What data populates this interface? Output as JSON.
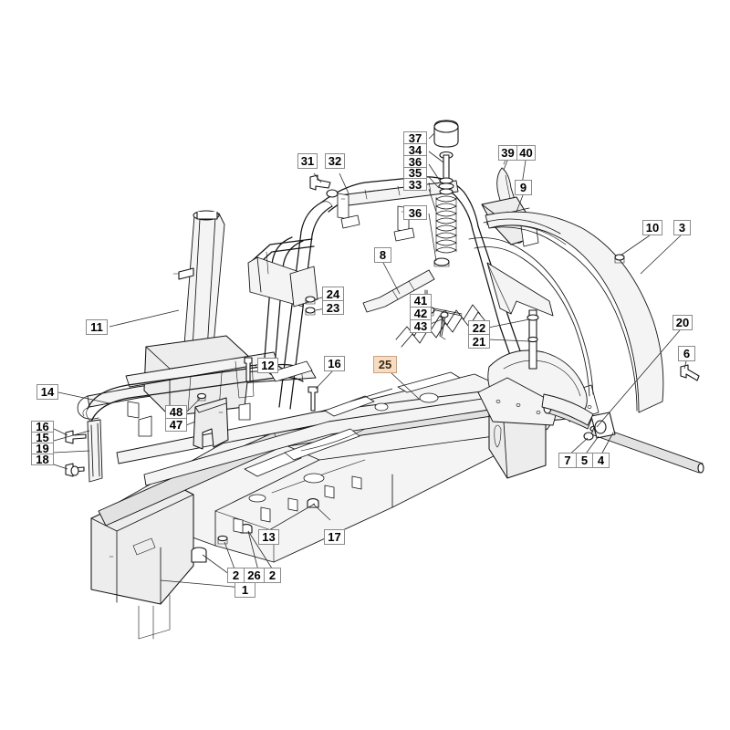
{
  "diagram": {
    "title": "Frame and chassis exploded parts diagram",
    "background_color": "#ffffff",
    "line_color": "#1a1a1a",
    "shade_color": "#e9e9e9",
    "label_border_color": "#8a8a8a",
    "highlight_color": "#f7dcc2",
    "highlight_text_color": "#3a2a18"
  },
  "callouts": {
    "c31": "31",
    "c32": "32",
    "c37": "37",
    "c34": "34",
    "c36": "36",
    "c35": "35",
    "c33": "33",
    "c36b": "36",
    "c39": "39",
    "c40": "40",
    "c9": "9",
    "c10": "10",
    "c3": "3",
    "c20": "20",
    "c6": "6",
    "c8": "8",
    "c24": "24",
    "c23": "23",
    "c41": "41",
    "c42": "42",
    "c43": "43",
    "c22": "22",
    "c21": "21",
    "c11": "11",
    "c14": "14",
    "c12": "12",
    "c16": "16",
    "c25": "25",
    "c16b": "16",
    "c15": "15",
    "c19": "19",
    "c18": "18",
    "c48": "48",
    "c47": "47",
    "c7": "7",
    "c5": "5",
    "c4": "4",
    "c13": "13",
    "c17": "17",
    "c2a": "2",
    "c26": "26",
    "c2b": "2",
    "c1": "1"
  }
}
